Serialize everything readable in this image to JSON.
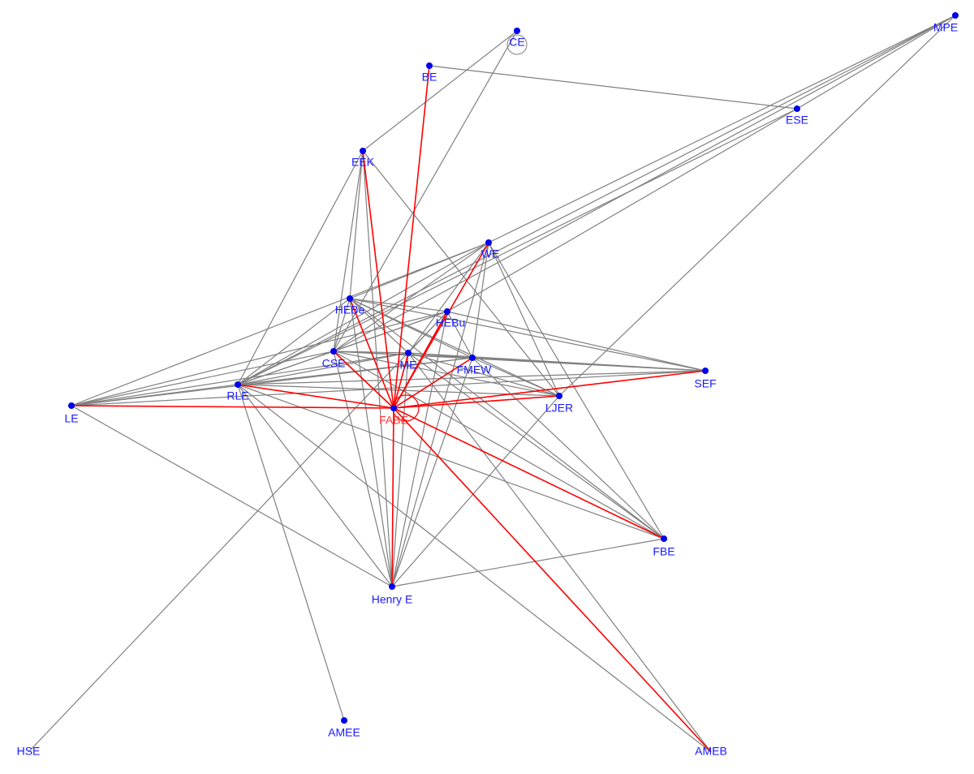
{
  "graph": {
    "highlight_node": "fabe",
    "colors": {
      "node": "#0000ee",
      "label": "#1a1aff",
      "highlight_label": "#ff3333",
      "edge": "#808080",
      "highlight_edge": "#ff0000"
    },
    "nodes": [
      {
        "id": "ce",
        "label": "CE"
      },
      {
        "id": "be",
        "label": "BE"
      },
      {
        "id": "mpe",
        "label": "MPE"
      },
      {
        "id": "ese",
        "label": "ESE"
      },
      {
        "id": "eek",
        "label": "EEK"
      },
      {
        "id": "we",
        "label": "WE"
      },
      {
        "id": "hebe",
        "label": "HEBe"
      },
      {
        "id": "hebu",
        "label": "HEBu"
      },
      {
        "id": "cse",
        "label": "CSE"
      },
      {
        "id": "me",
        "label": "ME"
      },
      {
        "id": "fmew",
        "label": "FMEW"
      },
      {
        "id": "sef",
        "label": "SEF"
      },
      {
        "id": "rle",
        "label": "RLE"
      },
      {
        "id": "le",
        "label": "LE"
      },
      {
        "id": "fabe",
        "label": "FABE"
      },
      {
        "id": "ljer",
        "label": "LJER"
      },
      {
        "id": "fbe",
        "label": "FBE"
      },
      {
        "id": "henry",
        "label": "Henry E"
      },
      {
        "id": "hse",
        "label": "HSE"
      },
      {
        "id": "amee",
        "label": "AMEE"
      },
      {
        "id": "ameb",
        "label": "AMEB"
      }
    ],
    "edges": [
      [
        "fabe",
        "be"
      ],
      [
        "fabe",
        "eek"
      ],
      [
        "fabe",
        "we"
      ],
      [
        "fabe",
        "hebe"
      ],
      [
        "fabe",
        "hebu"
      ],
      [
        "fabe",
        "cse"
      ],
      [
        "fabe",
        "me"
      ],
      [
        "fabe",
        "fmew"
      ],
      [
        "fabe",
        "sef"
      ],
      [
        "fabe",
        "rle"
      ],
      [
        "fabe",
        "le"
      ],
      [
        "fabe",
        "ljer"
      ],
      [
        "fabe",
        "fbe"
      ],
      [
        "fabe",
        "henry"
      ],
      [
        "fabe",
        "ameb"
      ],
      [
        "ce",
        "eek"
      ],
      [
        "ce",
        "cse"
      ],
      [
        "be",
        "ese"
      ],
      [
        "mpe",
        "ese"
      ],
      [
        "mpe",
        "we"
      ],
      [
        "mpe",
        "cse"
      ],
      [
        "mpe",
        "ljer"
      ],
      [
        "mpe",
        "rle"
      ],
      [
        "ese",
        "hebu"
      ],
      [
        "ese",
        "rle"
      ],
      [
        "eek",
        "cse"
      ],
      [
        "eek",
        "henry"
      ],
      [
        "eek",
        "rle"
      ],
      [
        "eek",
        "ljer"
      ],
      [
        "eek",
        "hebe"
      ],
      [
        "we",
        "hebe"
      ],
      [
        "we",
        "cse"
      ],
      [
        "we",
        "me"
      ],
      [
        "we",
        "fmew"
      ],
      [
        "we",
        "rle"
      ],
      [
        "we",
        "le"
      ],
      [
        "we",
        "fbe"
      ],
      [
        "we",
        "henry"
      ],
      [
        "we",
        "ljer"
      ],
      [
        "hebe",
        "hebu"
      ],
      [
        "hebe",
        "cse"
      ],
      [
        "hebe",
        "me"
      ],
      [
        "hebe",
        "fmew"
      ],
      [
        "hebe",
        "sef"
      ],
      [
        "hebe",
        "ljer"
      ],
      [
        "hebe",
        "rle"
      ],
      [
        "hebe",
        "henry"
      ],
      [
        "hebe",
        "fbe"
      ],
      [
        "hebu",
        "cse"
      ],
      [
        "hebu",
        "me"
      ],
      [
        "hebu",
        "fmew"
      ],
      [
        "hebu",
        "sef"
      ],
      [
        "hebu",
        "rle"
      ],
      [
        "hebu",
        "le"
      ],
      [
        "hebu",
        "henry"
      ],
      [
        "cse",
        "me"
      ],
      [
        "cse",
        "fmew"
      ],
      [
        "cse",
        "sef"
      ],
      [
        "cse",
        "rle"
      ],
      [
        "cse",
        "le"
      ],
      [
        "cse",
        "ljer"
      ],
      [
        "cse",
        "henry"
      ],
      [
        "cse",
        "fbe"
      ],
      [
        "me",
        "fmew"
      ],
      [
        "me",
        "sef"
      ],
      [
        "me",
        "rle"
      ],
      [
        "me",
        "le"
      ],
      [
        "me",
        "ljer"
      ],
      [
        "me",
        "henry"
      ],
      [
        "me",
        "fbe"
      ],
      [
        "me",
        "ameb"
      ],
      [
        "fmew",
        "sef"
      ],
      [
        "fmew",
        "rle"
      ],
      [
        "fmew",
        "le"
      ],
      [
        "fmew",
        "ljer"
      ],
      [
        "fmew",
        "henry"
      ],
      [
        "fmew",
        "fbe"
      ],
      [
        "rle",
        "le"
      ],
      [
        "rle",
        "henry"
      ],
      [
        "rle",
        "amee"
      ],
      [
        "rle",
        "fbe"
      ],
      [
        "rle",
        "ameb"
      ],
      [
        "rle",
        "sef"
      ],
      [
        "rle",
        "ljer"
      ],
      [
        "le",
        "henry"
      ],
      [
        "le",
        "sef"
      ],
      [
        "hse",
        "hebu"
      ],
      [
        "henry",
        "ljer"
      ],
      [
        "henry",
        "fbe"
      ]
    ]
  }
}
